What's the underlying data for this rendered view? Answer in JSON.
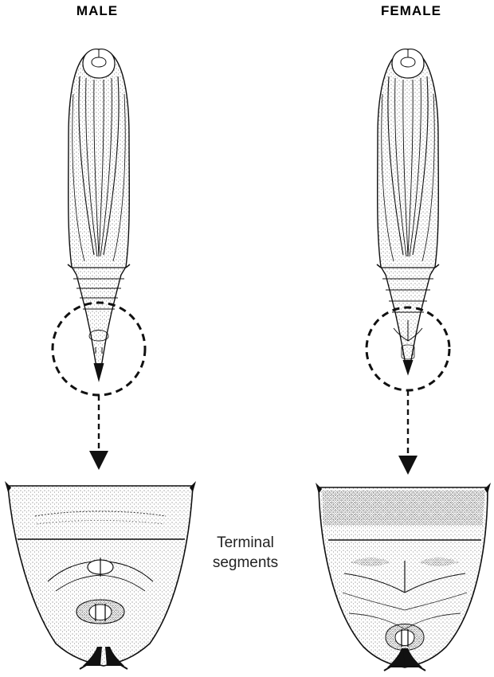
{
  "headings": {
    "male": "MALE",
    "female": "FEMALE"
  },
  "caption": {
    "line1": "Terminal",
    "line2": "segments"
  },
  "colors": {
    "ink": "#111111",
    "stipple": "#444444",
    "paper": "#ffffff"
  }
}
